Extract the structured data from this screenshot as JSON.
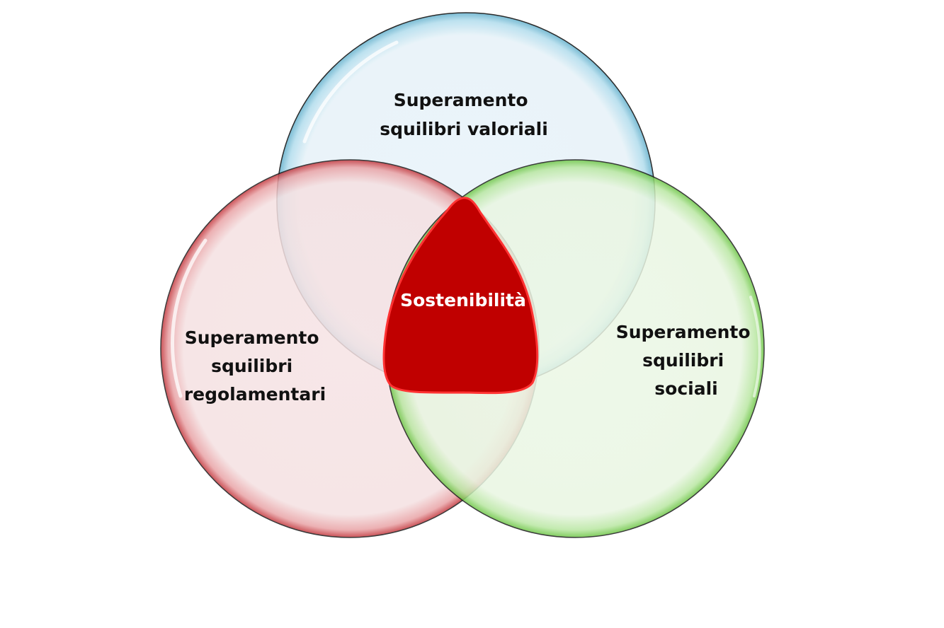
{
  "diagram": {
    "type": "venn-3",
    "circles": [
      {
        "id": "valoriali",
        "lines": [
          "Superamento",
          "squilibri valoriali"
        ],
        "fill": "#eaf4fa",
        "edge": "#9fd3e6"
      },
      {
        "id": "regolamentari",
        "lines": [
          "Superamento",
          "squilibri",
          "regolamentari"
        ],
        "fill": "#f7e3e4",
        "edge": "#d9595f"
      },
      {
        "id": "sociali",
        "lines": [
          "Superamento",
          "squilibri",
          "sociali"
        ],
        "fill": "#eaf7e4",
        "edge": "#8ed66f"
      }
    ],
    "center": {
      "label": "Sostenibilità",
      "fill": "#c00000",
      "edge": "#ff3b3b"
    }
  }
}
